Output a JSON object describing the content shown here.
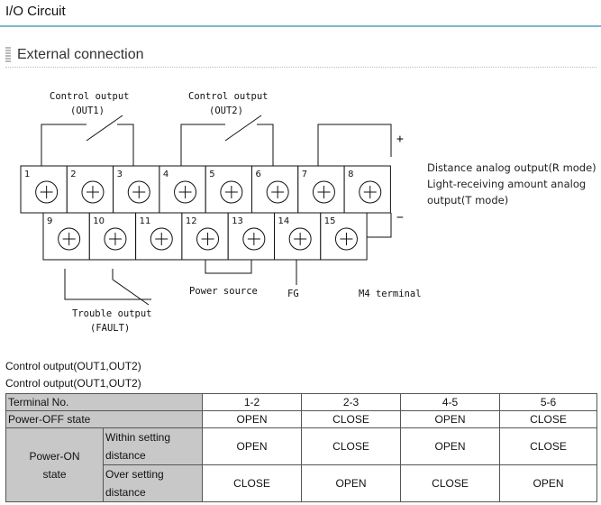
{
  "page": {
    "title": "I/O Circuit"
  },
  "section": {
    "title": "External connection"
  },
  "diagram": {
    "label_control_out1_a": "Control output",
    "label_control_out1_b": "(OUT1)",
    "label_control_out2_a": "Control output",
    "label_control_out2_b": "(OUT2)",
    "label_plus": "+",
    "label_minus": "−",
    "analog_line1": "Distance analog output(R mode)",
    "analog_line2": "Light-receiving amount analog",
    "analog_line3": "output(T mode)",
    "label_power_source": "Power source",
    "label_fg": "FG",
    "label_m4": "M4 terminal",
    "label_trouble_a": "Trouble output",
    "label_trouble_b": "(FAULT)",
    "terminals_top": [
      "1",
      "2",
      "3",
      "4",
      "5",
      "6",
      "7",
      "8"
    ],
    "terminals_bottom": [
      "9",
      "10",
      "11",
      "12",
      "13",
      "14",
      "15"
    ]
  },
  "captions": [
    "Control output(OUT1,OUT2)",
    "Control output(OUT1,OUT2)"
  ],
  "table": {
    "header": [
      "Terminal No.",
      "1-2",
      "2-3",
      "4-5",
      "5-6"
    ],
    "power_off": {
      "label": "Power-OFF state",
      "values": [
        "OPEN",
        "CLOSE",
        "OPEN",
        "CLOSE"
      ]
    },
    "power_on": {
      "label": "Power-ON state",
      "within": {
        "label": "Within setting distance",
        "values": [
          "OPEN",
          "CLOSE",
          "OPEN",
          "CLOSE"
        ]
      },
      "over": {
        "label": "Over setting distance",
        "values": [
          "CLOSE",
          "OPEN",
          "CLOSE",
          "OPEN"
        ]
      }
    }
  }
}
